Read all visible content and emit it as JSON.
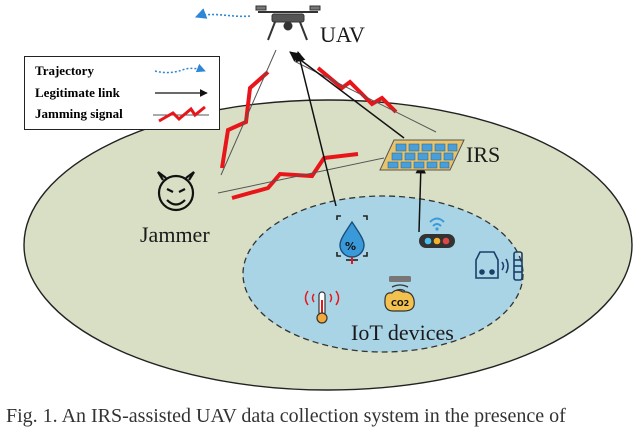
{
  "labels": {
    "uav": "UAV",
    "irs": "IRS",
    "jammer": "Jammer",
    "iot_devices": "IoT devices"
  },
  "legend": {
    "trajectory": "Trajectory",
    "legitimate_link": "Legitimate link",
    "jamming_signal": "Jamming signal"
  },
  "caption": "Fig. 1.  An IRS-assisted UAV data collection system in the presence of",
  "colors": {
    "outer_region": "#d9dfc4",
    "inner_region": "#a9d4e6",
    "jamming": "#e8161b",
    "trajectory": "#2e86d6",
    "irs_panel": "#e9c46a",
    "irs_cells": "#4a9fd8"
  }
}
